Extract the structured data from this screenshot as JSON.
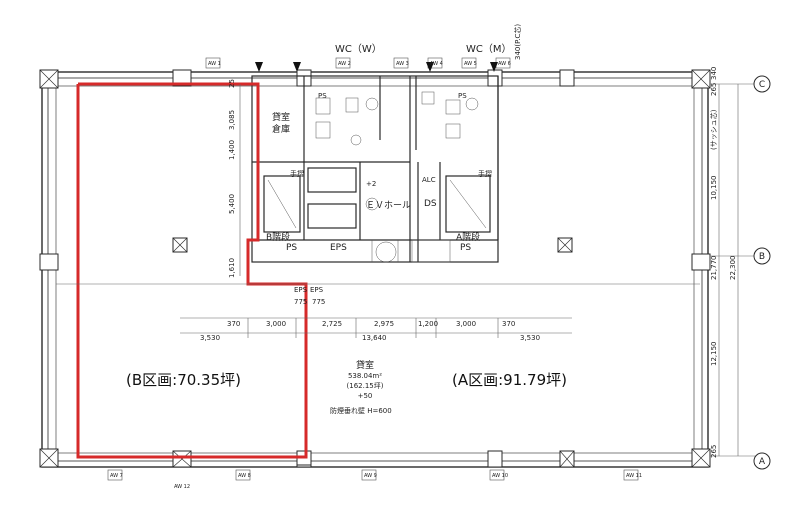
{
  "rooms": {
    "wc_w": "WC（W）",
    "wc_m": "WC（M）",
    "storage_1": "貸室",
    "storage_2": "倉庫",
    "ev_hall": "ＥＶホール",
    "stair_b": "B階段",
    "stair_a": "A階段",
    "ps_left": "PS",
    "ps_right": "PS",
    "ps_wc_left": "PS",
    "ps_wc_right": "PS",
    "eps": "EPS",
    "ds": "DS",
    "alc": "ALC",
    "eps_small_1": "EPS",
    "eps_small_2": "EPS",
    "tesuri_1": "手摺",
    "tesuri_2": "手摺",
    "rental_title": "貸室",
    "rental_area_m2": "538.04m²",
    "rental_area_tsubo": "(162.15坪)",
    "rental_marker": "+50",
    "smoke_wall": "防煙垂れ壁 H=600",
    "ceiling_note": "+2"
  },
  "zones": {
    "b": "(B区画:70.35坪)",
    "a": "(A区画:91.79坪)"
  },
  "grid": {
    "c": "C",
    "b": "B",
    "a": "A"
  },
  "dims_bottom": [
    "370",
    "3,000",
    "2,725",
    "2,975",
    "1,200",
    "3,000",
    "370"
  ],
  "dims_bottom_total": "13,640",
  "dims_bottom_side": [
    "3,530",
    "3,530"
  ],
  "dims_small": [
    "775",
    "775"
  ],
  "dims_left": [
    "3,085",
    "1,400",
    "5,400",
    "1,610",
    "25"
  ],
  "dims_right": [
    "340",
    "265",
    "(サッシュ芯)",
    "10,150",
    "21,770",
    "22,300",
    "12,150",
    "265"
  ],
  "dims_top_note": "340(P.C芯)",
  "axis_tags": [
    "AW 1",
    "AW 2",
    "AW 3",
    "AW 4",
    "AW 5",
    "AW 6",
    "AW 7",
    "AW 8",
    "AW 9",
    "AW 10",
    "AW 11",
    "AW 12"
  ],
  "colors": {
    "zone_outline": "#d62a2a",
    "line": "#2a2a2a",
    "light": "#888888"
  }
}
